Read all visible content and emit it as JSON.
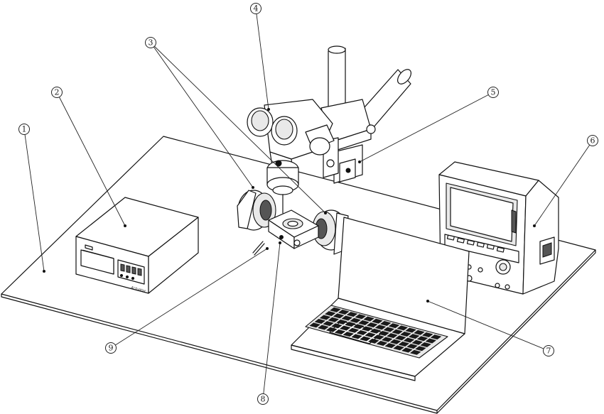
{
  "callouts": [
    {
      "id": "1",
      "label": "1"
    },
    {
      "id": "2",
      "label": "2"
    },
    {
      "id": "3",
      "label": "3"
    },
    {
      "id": "4",
      "label": "4"
    },
    {
      "id": "5",
      "label": "5"
    },
    {
      "id": "6",
      "label": "6"
    },
    {
      "id": "7",
      "label": "7"
    },
    {
      "id": "8",
      "label": "8"
    },
    {
      "id": "9",
      "label": "9"
    }
  ],
  "controller": {
    "brand_text": "Actuator"
  }
}
